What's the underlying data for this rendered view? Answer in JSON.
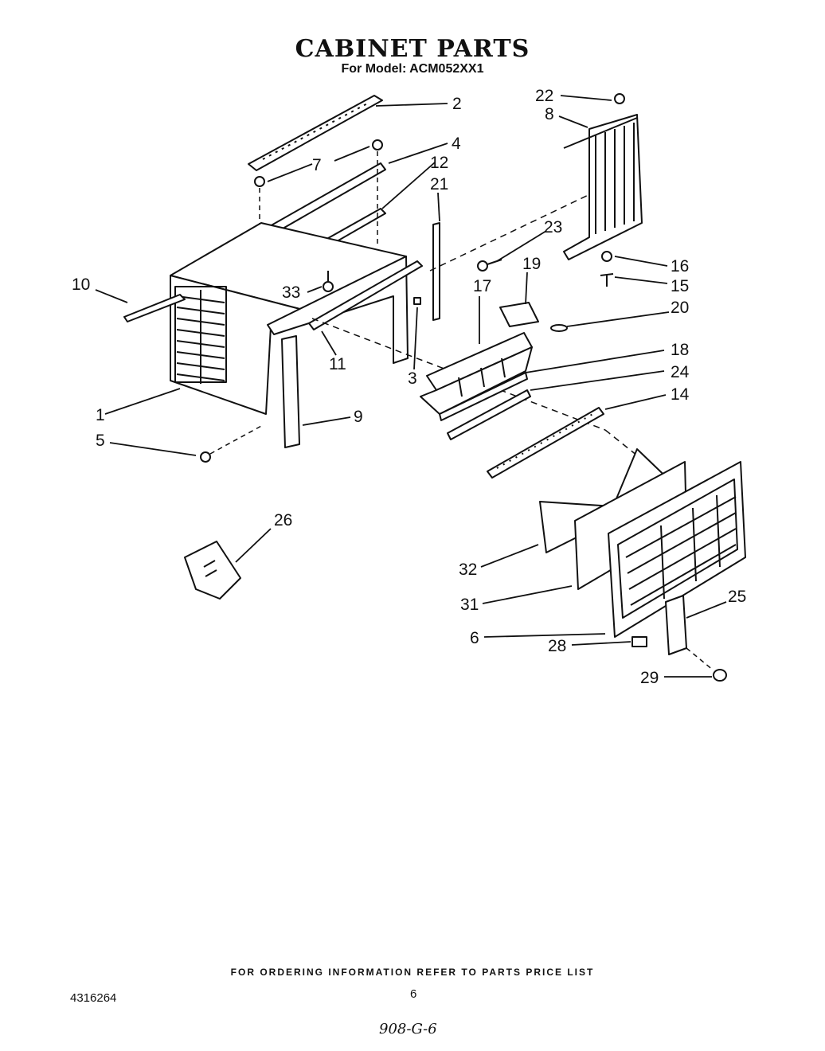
{
  "header": {
    "title": "CABINET PARTS",
    "subtitle": "For Model: ACM052XX1"
  },
  "footer": {
    "ordering_note": "FOR ORDERING INFORMATION REFER TO PARTS PRICE LIST",
    "doc_number": "4316264",
    "page_number": "6",
    "handwritten_note": "908-G-6"
  },
  "callouts": [
    "2",
    "4",
    "7",
    "12",
    "21",
    "10",
    "33",
    "11",
    "3",
    "1",
    "5",
    "9",
    "26",
    "22",
    "8",
    "23",
    "16",
    "15",
    "19",
    "17",
    "20",
    "18",
    "24",
    "14",
    "32",
    "31",
    "25",
    "6",
    "28",
    "29"
  ]
}
